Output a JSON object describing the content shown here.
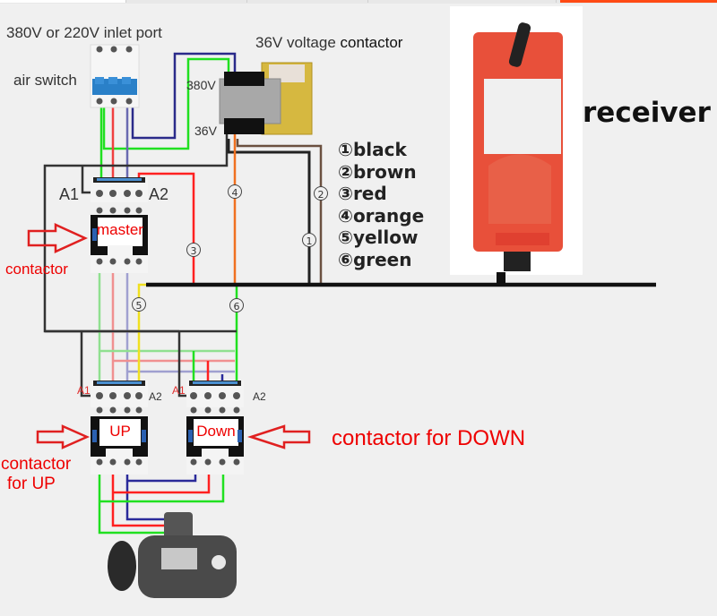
{
  "tabs": [
    {
      "label": "",
      "active": false
    },
    {
      "label": "",
      "active": false
    },
    {
      "label": "",
      "active": false
    },
    {
      "label": "",
      "active": false
    },
    {
      "label": "",
      "active": true
    }
  ],
  "labels": {
    "inlet_port": "380V or 220V inlet port",
    "air_switch": "air switch",
    "transformer_prefix": "36V voltage",
    "transformer_suffix": "contactor",
    "v380": "380V",
    "v36": "36V",
    "receiver": "receiver",
    "master_box": "master",
    "master_arrow_label": "contactor",
    "up_box": "UP",
    "down_box": "Down",
    "up_contactor_line1": "contactor",
    "up_contactor_line2": "for UP",
    "down_contactor": "contactor for DOWN",
    "a1": "A1",
    "a2": "A2"
  },
  "legend": [
    {
      "num": "①",
      "name": "black",
      "color": "#222222"
    },
    {
      "num": "②",
      "name": "brown",
      "color": "#6b5040"
    },
    {
      "num": "③",
      "name": "red",
      "color": "#ff2020"
    },
    {
      "num": "④",
      "name": "orange",
      "color": "#f07020"
    },
    {
      "num": "⑤",
      "name": "yellow",
      "color": "#f0e020"
    },
    {
      "num": "⑥",
      "name": "green",
      "color": "#20e020"
    }
  ],
  "wire_markers": [
    "①",
    "②",
    "③",
    "④",
    "⑤",
    "⑥"
  ],
  "colors": {
    "accent_red": "#ee0000",
    "receiver_body": "#e8503a",
    "tab_active": "#ff4a14",
    "contactor_blue": "#4a8fd0"
  }
}
